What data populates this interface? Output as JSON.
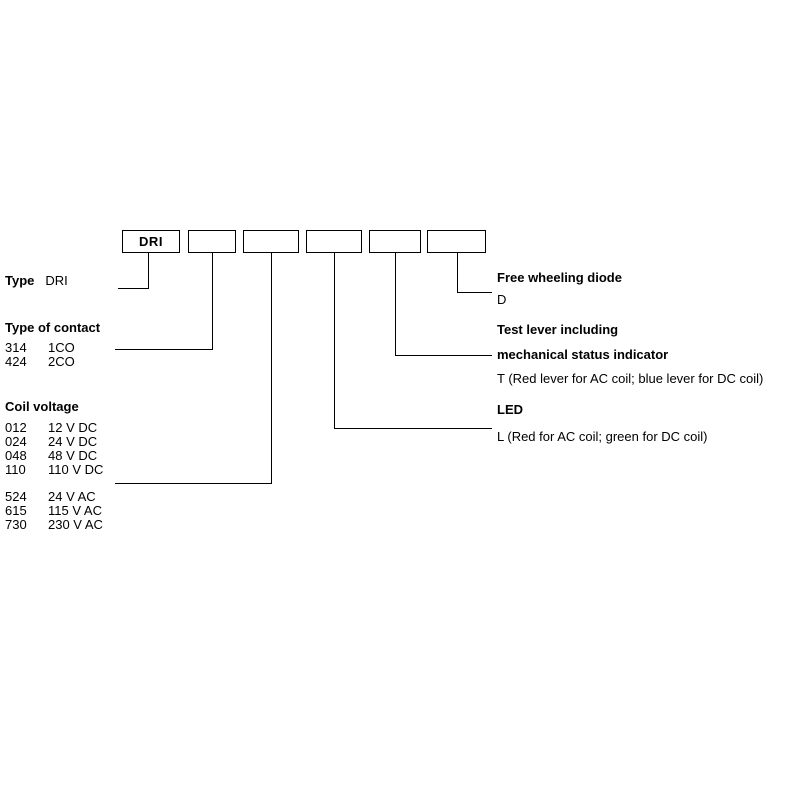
{
  "diagram": {
    "code_boxes": [
      {
        "label": "DRI"
      },
      {
        "label": ""
      },
      {
        "label": ""
      },
      {
        "label": ""
      },
      {
        "label": ""
      },
      {
        "label": ""
      }
    ],
    "type": {
      "heading": "Type",
      "value": "DRI"
    },
    "type_of_contact": {
      "heading": "Type of contact",
      "options": [
        {
          "code": "314",
          "desc": "1CO"
        },
        {
          "code": "424",
          "desc": "2CO"
        }
      ]
    },
    "coil_voltage": {
      "heading": "Coil voltage",
      "dc_options": [
        {
          "code": "012",
          "desc": "12 V DC"
        },
        {
          "code": "024",
          "desc": "24 V DC"
        },
        {
          "code": "048",
          "desc": "48 V DC"
        },
        {
          "code": "110",
          "desc": "110 V DC"
        }
      ],
      "ac_options": [
        {
          "code": "524",
          "desc": "24 V AC"
        },
        {
          "code": "615",
          "desc": "115 V AC"
        },
        {
          "code": "730",
          "desc": "230 V AC"
        }
      ]
    },
    "free_wheeling_diode": {
      "heading": "Free wheeling diode",
      "value": "D"
    },
    "test_lever": {
      "heading_line1": "Test lever including",
      "heading_line2": "mechanical status indicator",
      "value": "T (Red lever for AC coil; blue lever for DC coil)"
    },
    "led": {
      "heading": "LED",
      "value": "L (Red for AC coil; green for DC coil)"
    }
  }
}
